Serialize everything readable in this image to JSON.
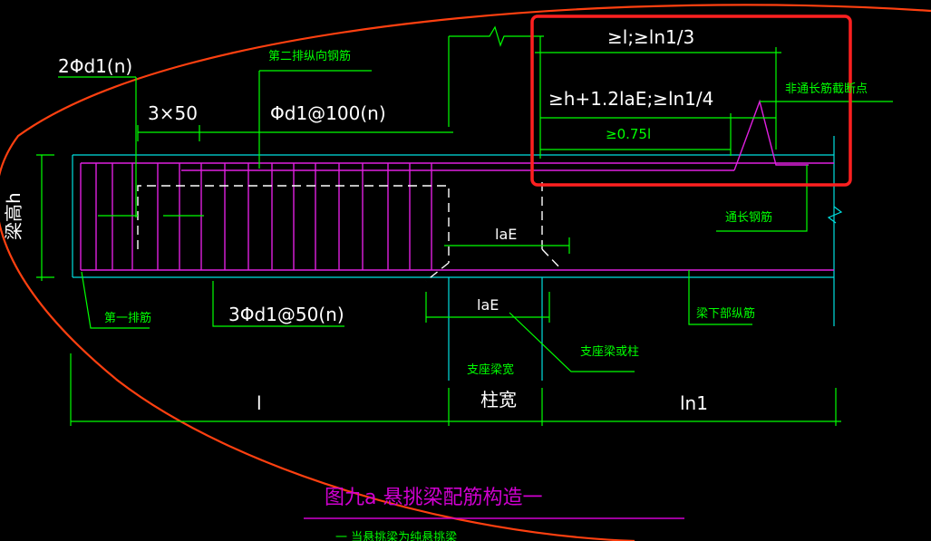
{
  "colors": {
    "background": "#000000",
    "dimension": "#00ff00",
    "beam_outline": "#00e0e0",
    "rebar": "#e020e0",
    "highlight": "#ff2020",
    "curve": "#ff4010",
    "text": "#ffffff"
  },
  "labels": {
    "top_bars": "2Φd1(n)",
    "spacing_3x50": "3×50",
    "second_row_label": "第二排纵向钢筋",
    "stirrup_100": "Φd1@100(n)",
    "beam_height": "梁高h",
    "top_a": "≥l;≥ln1/3",
    "top_b": "≥h+1.2laE;≥ln1/4",
    "top_c": "≥0.75l",
    "non_through_cut": "非通长筋截断点",
    "through_bars": "通长钢筋",
    "lae_upper": "laE",
    "lae_lower": "laE",
    "first_row_label": "第一排筋",
    "stirrup_50": "3Φd1@50(n)",
    "support_beam_width": "支座梁宽",
    "support_beam_or_column": "支座梁或柱",
    "bottom_bars": "梁下部纵筋",
    "span_l": "l",
    "column_width": "柱宽",
    "span_ln1": "ln1",
    "caption": "图九a 悬挑梁配筋构造一",
    "sub_caption": "一 当悬挑梁为纯悬挑梁"
  }
}
